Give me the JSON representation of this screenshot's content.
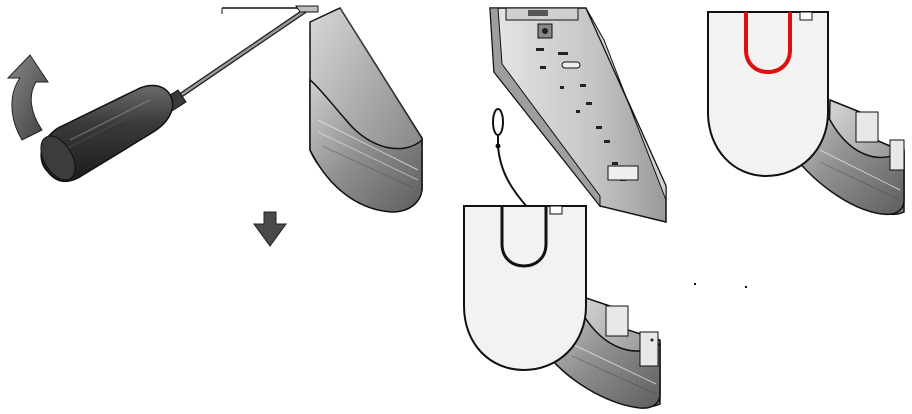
{
  "figure": {
    "steps": [
      {
        "id": "step-remove-end-cap",
        "tool": "screwdriver-icon",
        "motion": [
          "rotate-arrow-icon",
          "down-arrow-icon"
        ]
      },
      {
        "id": "step-housing-open-with-lanyard",
        "parts": [
          "lanyard-icon",
          "mounting-channel"
        ]
      },
      {
        "id": "step-gasket-highlight",
        "highlight": "gasket-seal"
      },
      {
        "id": "step-end-cap-installed",
        "parts": [
          "end-cap"
        ]
      }
    ],
    "colors": {
      "outline": "#111111",
      "metal_light": "#e2e2e2",
      "metal_mid": "#b9b9b9",
      "metal_dark": "#6f6f6f",
      "cap_face": "#f2f2f2",
      "highlight_red": "#e01010",
      "handle_dark": "#2e2e2e",
      "arrow_gray": "#555555"
    }
  }
}
